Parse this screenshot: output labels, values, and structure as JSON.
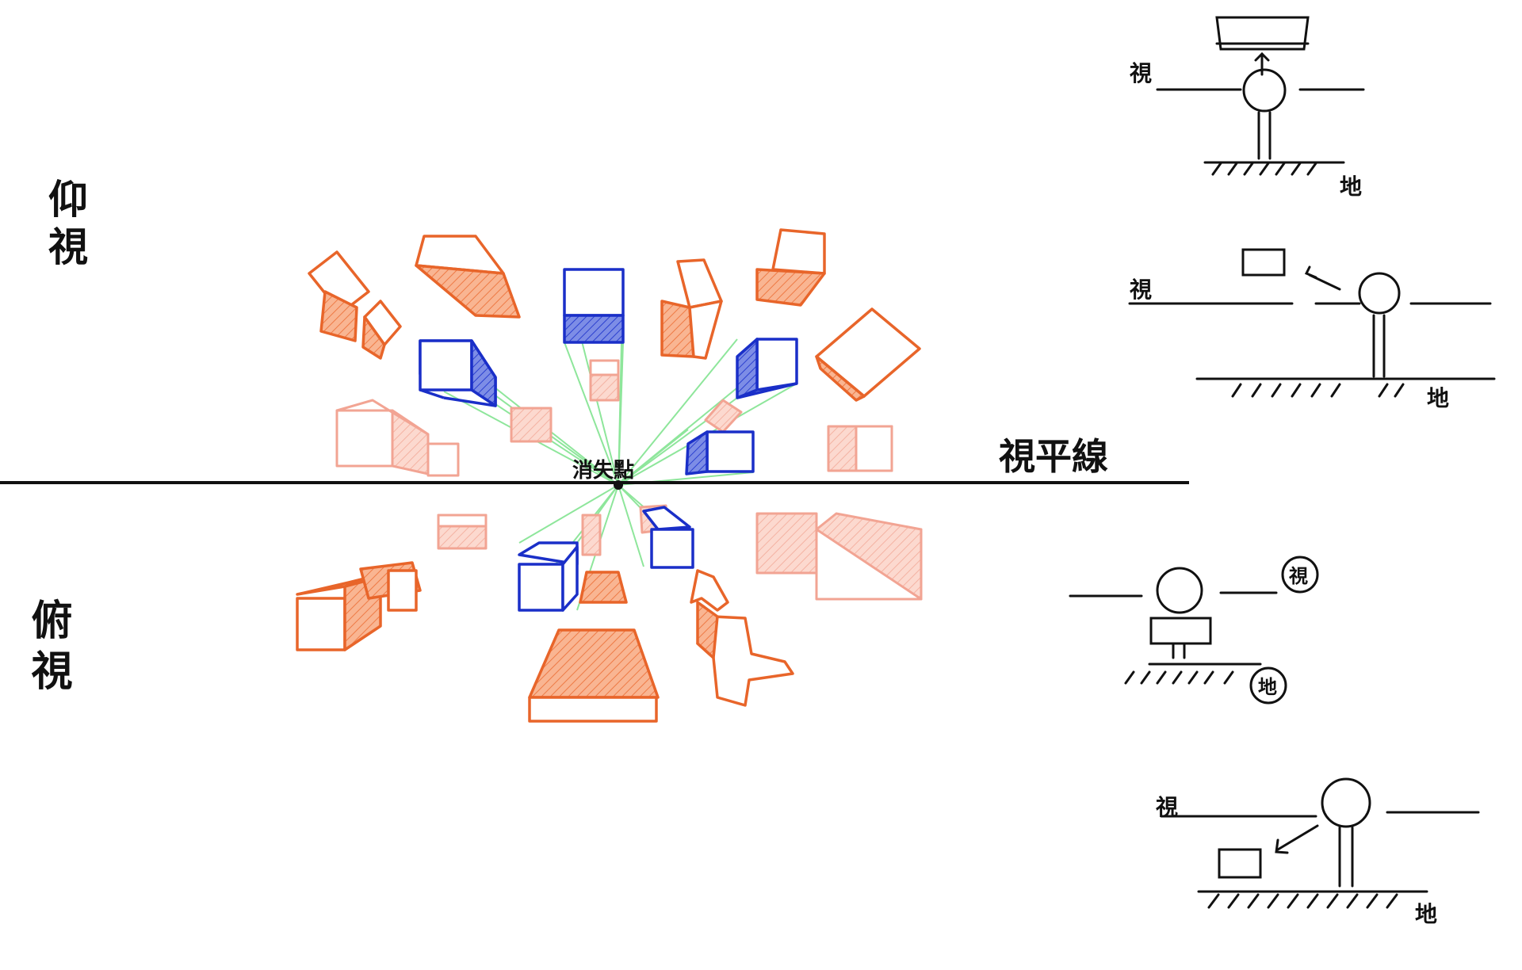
{
  "labels": {
    "look_up": "仰視",
    "look_down": "俯視",
    "horizon": "視平線",
    "vanishing_point": "消失點",
    "eye_short": "視",
    "ground": "地"
  },
  "colors": {
    "orange": "#e8652a",
    "orange_fill": "#f7a27a",
    "pink": "#f2a493",
    "pink_fill": "#fbd0c4",
    "blue": "#1a2fc8",
    "blue_fill": "#4f64d8",
    "green": "#7fe08f",
    "ink": "#111111"
  }
}
